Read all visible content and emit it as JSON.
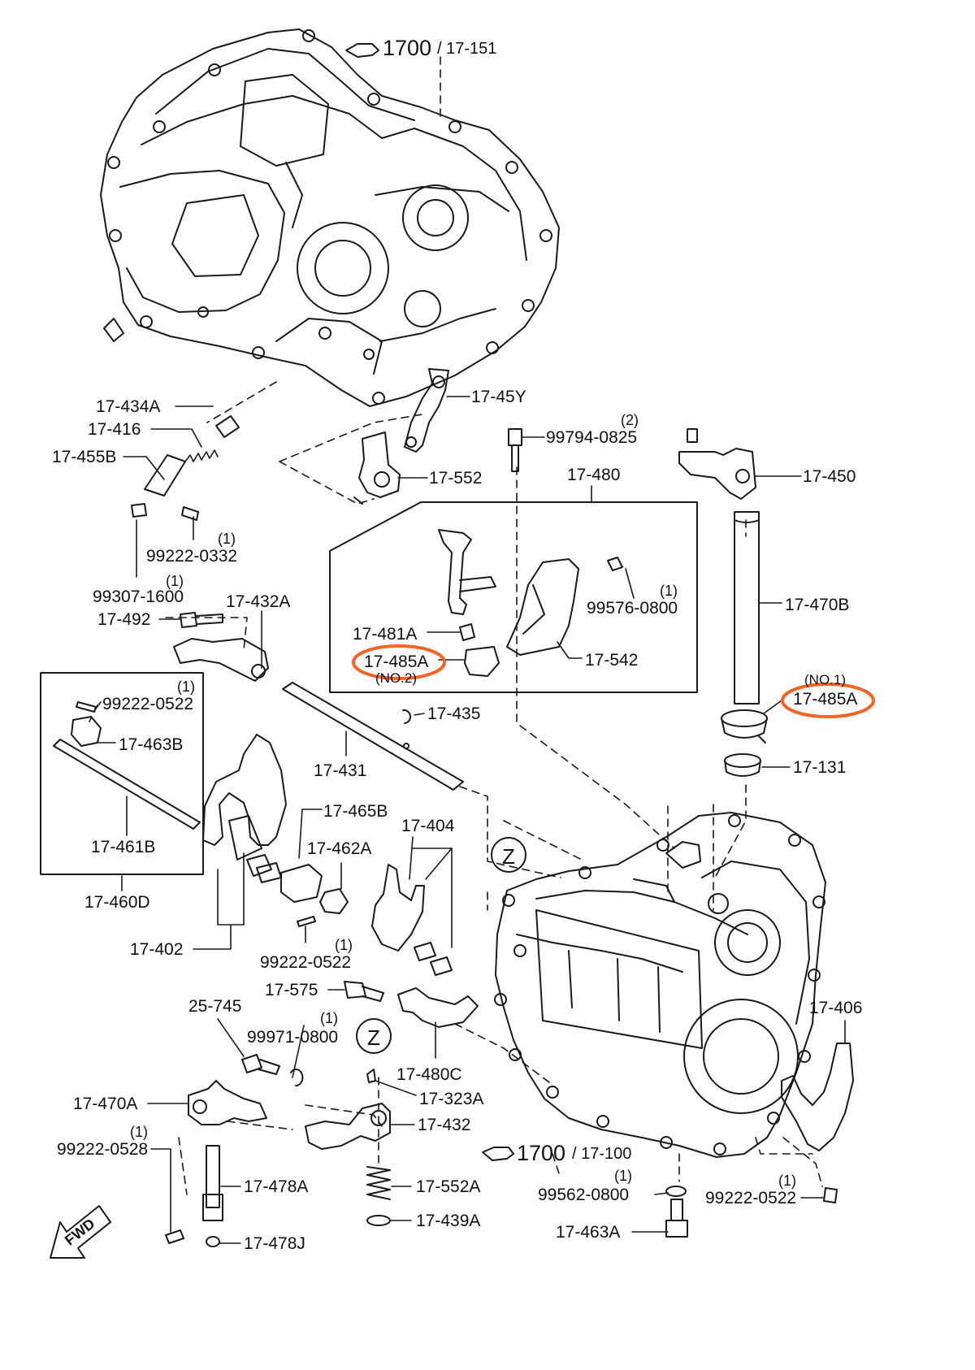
{
  "colors": {
    "line": "#1a1a1a",
    "highlight": "#f26522",
    "background": "#ffffff"
  },
  "refs": {
    "top_main": "1700",
    "top_sub": "/ 17-151",
    "bottom_main": "1700",
    "bottom_sub": "/ 17-100"
  },
  "parts": {
    "p17_45Y": "17-45Y",
    "p17_434A": "17-434A",
    "p17_416": "17-416",
    "p17_455B": "17-455B",
    "p17_552": "17-552",
    "p99794": "99794-0825",
    "p99794_qty": "(2)",
    "p17_480": "17-480",
    "p17_450": "17-450",
    "p99222_0332": "99222-0332",
    "p99222_0332_qty": "(1)",
    "p99307": "99307-1600",
    "p99307_qty": "(1)",
    "p17_432A": "17-432A",
    "p17_492": "17-492",
    "p99576": "99576-0800",
    "p99576_qty": "(1)",
    "p17_470B": "17-470B",
    "p17_481A": "17-481A",
    "p17_485A_no2": "17-485A",
    "no2": "(NO.2)",
    "p17_542": "17-542",
    "no1": "(NO.1)",
    "p17_485A_no1": "17-485A",
    "p99222_0522_a": "99222-0522",
    "p99222_0522_a_qty": "(1)",
    "p17_435": "17-435",
    "p17_463B": "17-463B",
    "p17_131": "17-131",
    "p17_431": "17-431",
    "p17_465B": "17-465B",
    "p17_404": "17-404",
    "p17_461B": "17-461B",
    "p17_462A": "17-462A",
    "p17_460D": "17-460D",
    "p17_402": "17-402",
    "p99222_0522_b": "99222-0522",
    "p99222_0522_b_qty": "(1)",
    "p17_575": "17-575",
    "p25_745": "25-745",
    "p99971": "99971-0800",
    "p99971_qty": "(1)",
    "p17_406": "17-406",
    "p17_480C": "17-480C",
    "p17_470A": "17-470A",
    "p17_323A": "17-323A",
    "p17_432": "17-432",
    "p99222_0528": "99222-0528",
    "p99222_0528_qty": "(1)",
    "p17_478A": "17-478A",
    "p17_552A": "17-552A",
    "p99562": "99562-0800",
    "p99562_qty": "(1)",
    "p99222_0522_c": "99222-0522",
    "p99222_0522_c_qty": "(1)",
    "p17_439A": "17-439A",
    "p17_463A": "17-463A",
    "p17_478J": "17-478J"
  },
  "markers": {
    "z_upper": "Z",
    "z_lower": "Z",
    "fwd": "FWD"
  }
}
